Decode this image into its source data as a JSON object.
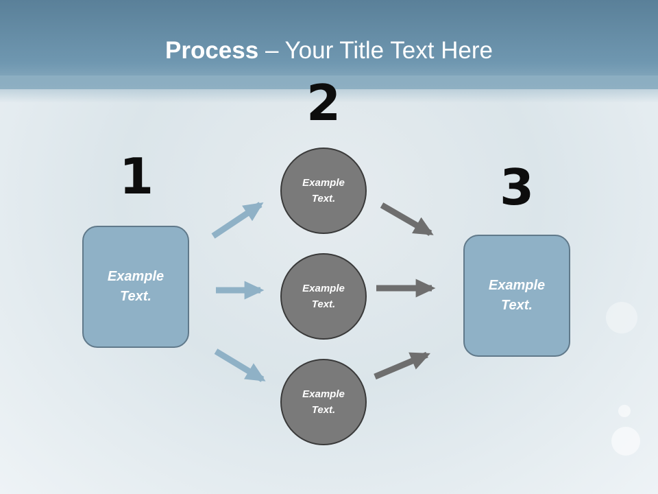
{
  "slide": {
    "title_bold": "Process",
    "title_rest": " – Your Title Text Here"
  },
  "steps": [
    {
      "number": "1",
      "box_text": "Example Text."
    },
    {
      "number": "2",
      "circles": [
        "Example Text.",
        "Example Text.",
        "Example Text."
      ]
    },
    {
      "number": "3",
      "box_text": "Example Text."
    }
  ],
  "colors": {
    "header": "#6f97b0",
    "box_fill": "#8fb1c6",
    "circle_fill": "#7a7a7a",
    "arrow_in": "#8fb1c6",
    "arrow_out": "#6e6e6e"
  }
}
